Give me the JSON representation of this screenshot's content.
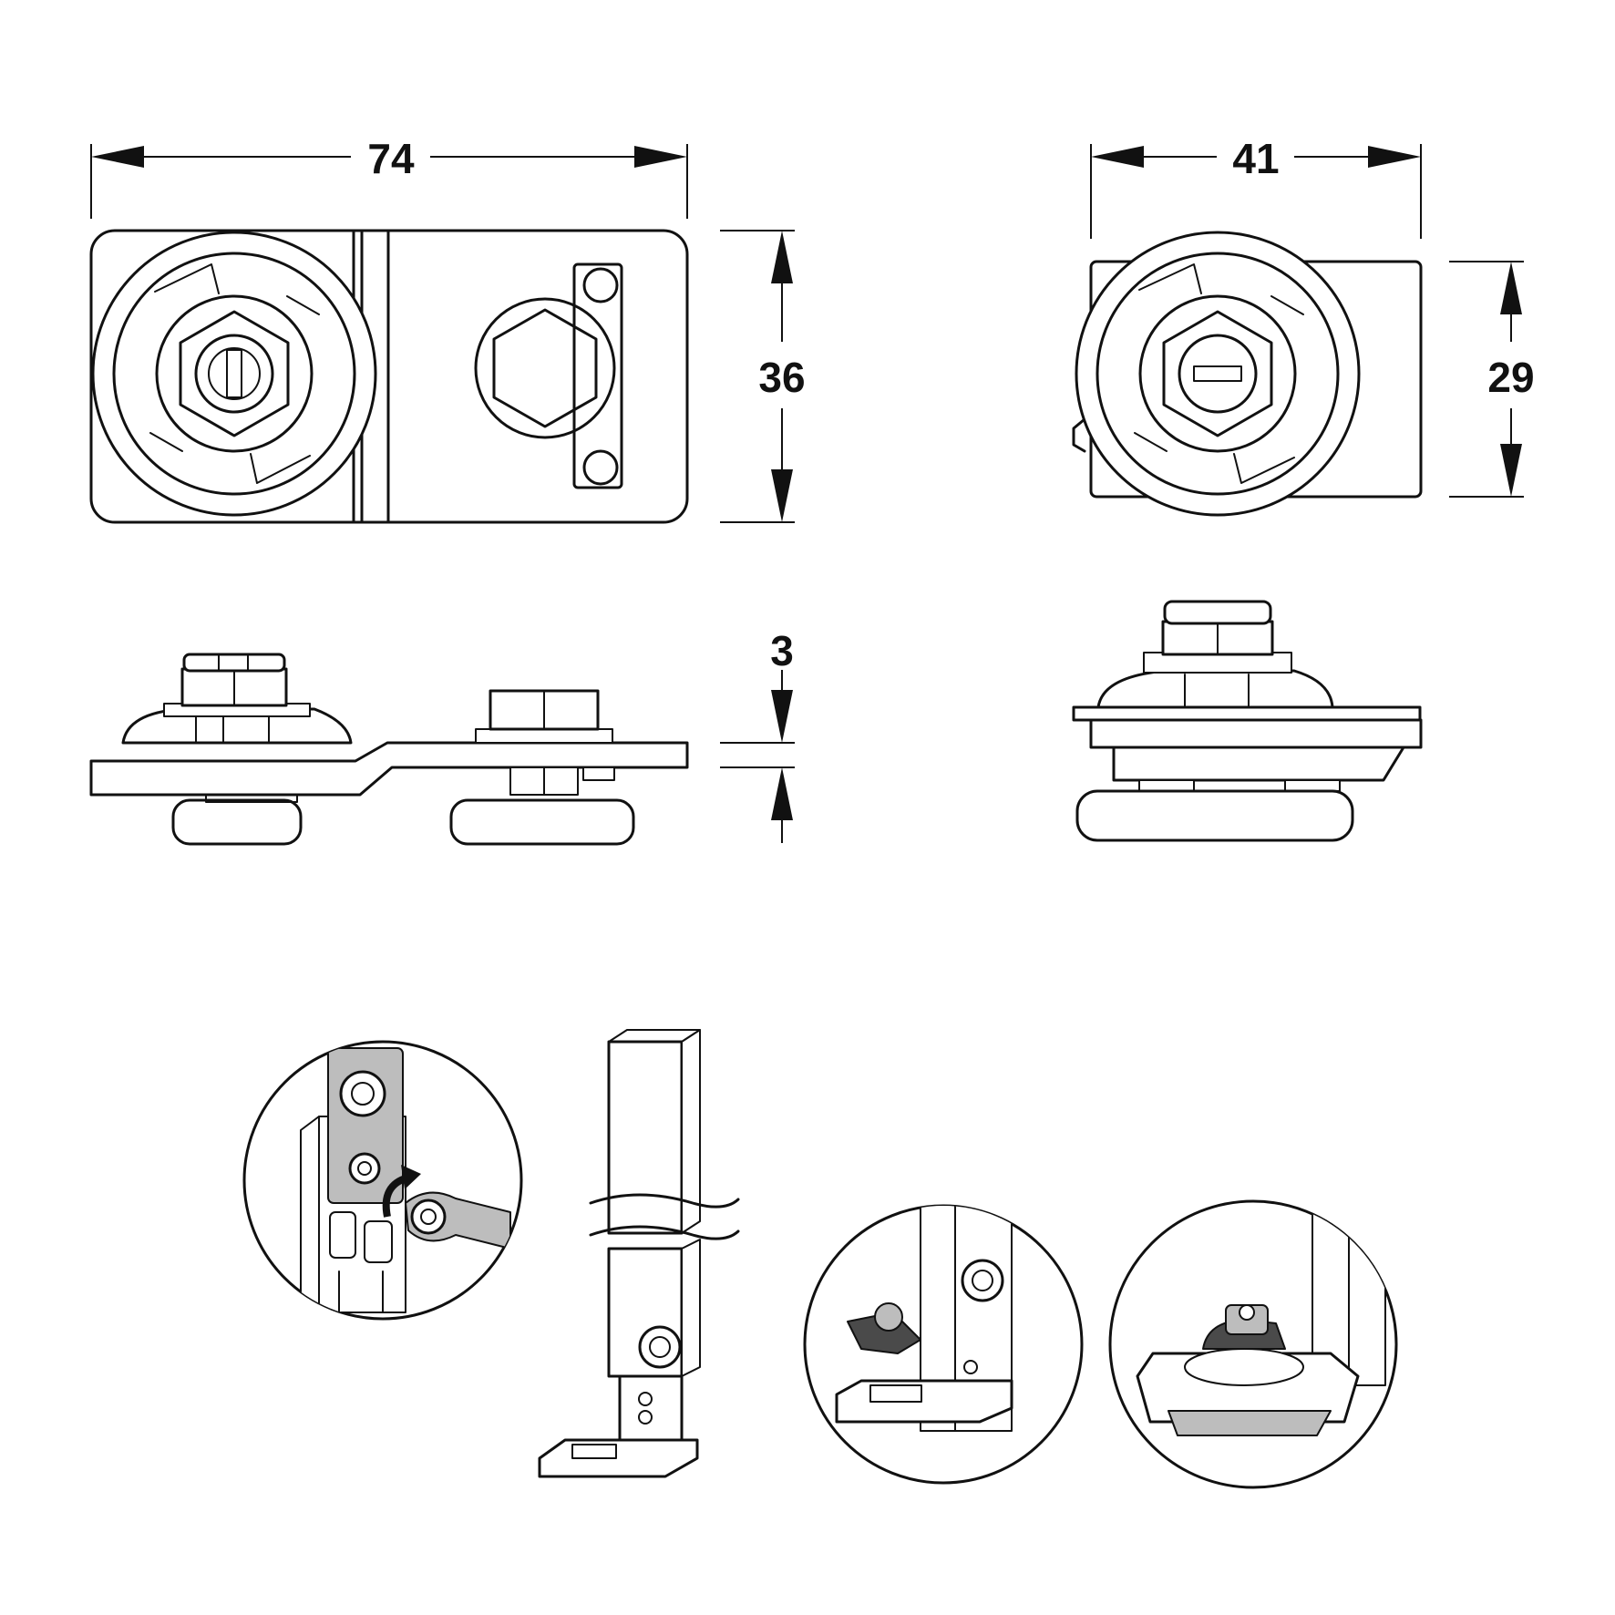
{
  "dimensions": {
    "plate_length": "74",
    "plate_width": "36",
    "plate_thickness": "3",
    "carrier_length": "41",
    "carrier_width": "29"
  },
  "colors": {
    "line": "#111111",
    "paper": "#ffffff",
    "shade_light": "#bdbdbd",
    "shade_dark": "#4a4a4a"
  },
  "views": [
    "top-view-plate",
    "top-view-carrier",
    "side-view-plate",
    "side-view-carrier",
    "installation-detail-mount",
    "door-post-profile",
    "installation-detail-base",
    "installation-detail-adjust"
  ]
}
